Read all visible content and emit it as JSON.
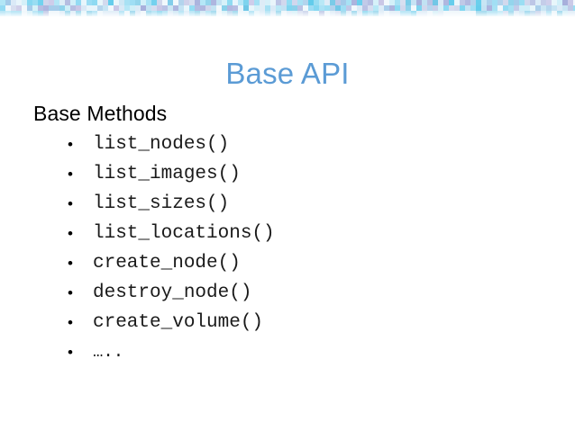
{
  "slide": {
    "title": "Base API",
    "heading": "Base Methods",
    "bullet_glyph": "•",
    "methods": [
      {
        "label": "list_nodes()"
      },
      {
        "label": "list_images()"
      },
      {
        "label": "list_sizes()"
      },
      {
        "label": "list_locations()"
      },
      {
        "label": "create_node()"
      },
      {
        "label": "destroy_node()"
      },
      {
        "label": "create_volume()"
      },
      {
        "label": "….."
      }
    ]
  },
  "colors": {
    "title": "#5b9bd5",
    "heading": "#000000",
    "body_text": "#1a1a1a",
    "background": "#ffffff",
    "band_base": "#eef7fb"
  },
  "decor": {
    "band_name": "mosaic-band",
    "band_palette": [
      "#e7f5fb",
      "#cdeef8",
      "#a9e3f5",
      "#7fd6f0",
      "#5fcbeb",
      "#bfe0f2",
      "#9fc8e8",
      "#b9c2e4",
      "#a6aedb",
      "#c8c6e6",
      "#d9e9f6",
      "#f2f8fc",
      "#8fd9f2",
      "#6ec6e6",
      "#cfd6ec"
    ]
  }
}
